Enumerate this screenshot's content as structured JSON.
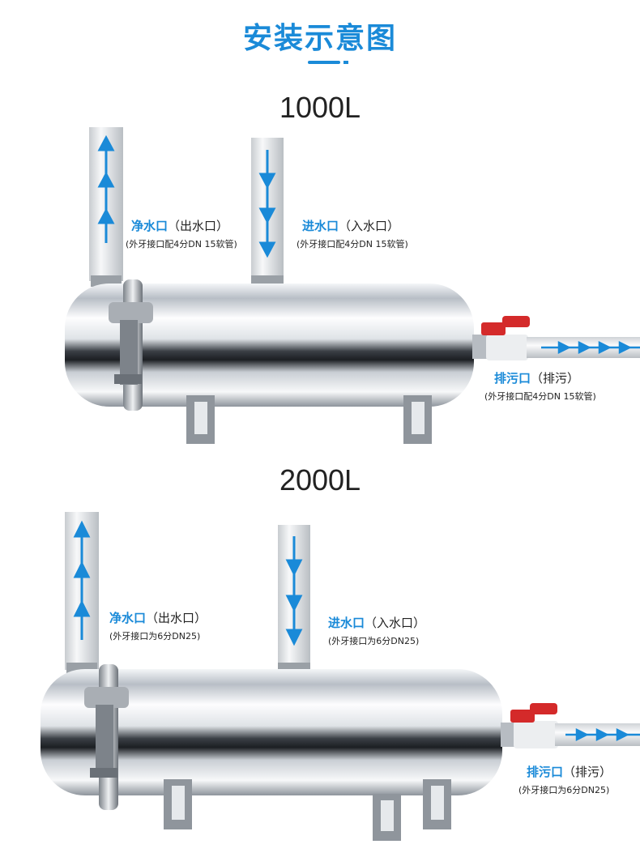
{
  "header": {
    "title": "安装示意图"
  },
  "unit_1000": {
    "model": "1000L",
    "outlet": {
      "label": "净水口",
      "paren": "（出水口）",
      "spec": "(外牙接口配4分DN 15软管)"
    },
    "inlet": {
      "label": "进水口",
      "paren": "（入水口）",
      "spec": "(外牙接口配4分DN 15软管)"
    },
    "drain": {
      "label": "排污口",
      "paren": "（排污）",
      "spec": "(外牙接口配4分DN 15软管)"
    }
  },
  "unit_2000": {
    "model": "2000L",
    "outlet": {
      "label": "净水口",
      "paren": "（出水口）",
      "spec": "(外牙接口为6分DN25)"
    },
    "inlet": {
      "label": "进水口",
      "paren": "（入水口）",
      "spec": "(外牙接口为6分DN25)"
    },
    "drain": {
      "label": "排污口",
      "paren": "（排污）",
      "spec": "(外牙接口为6分DN25)"
    }
  },
  "colors": {
    "accent": "#1a8ad8",
    "valve": "#d42a2a",
    "steel": "#c9ced4"
  }
}
